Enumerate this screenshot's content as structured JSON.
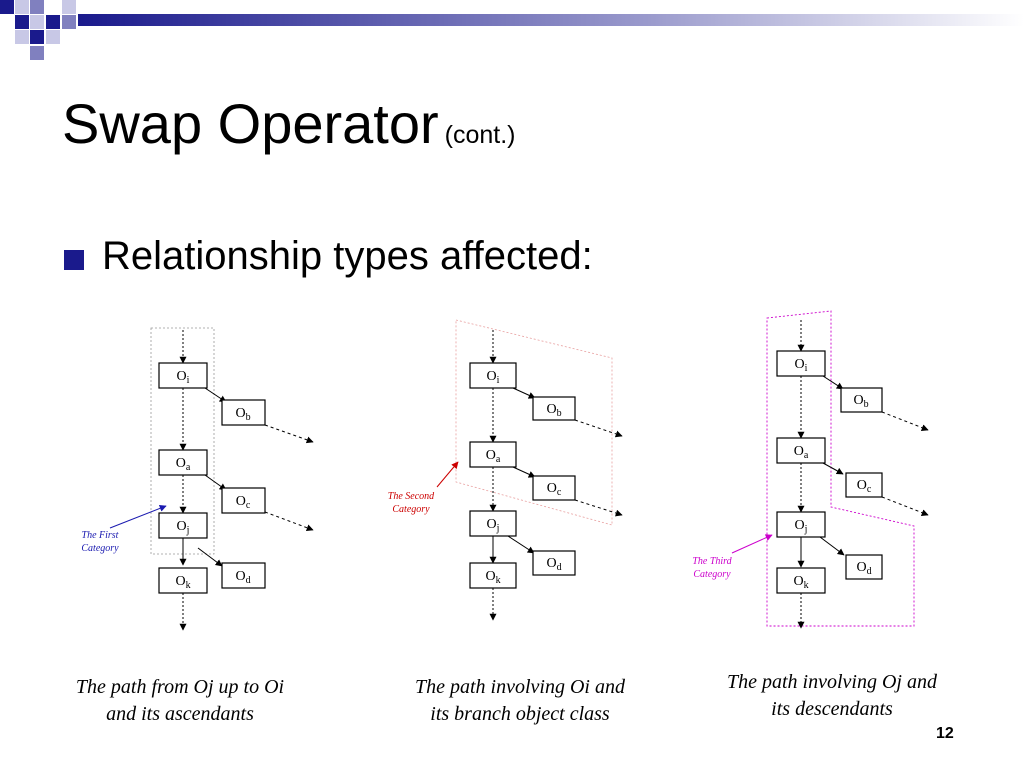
{
  "slide": {
    "title": "Swap Operator",
    "title_suffix": "(cont.)",
    "bullet": "Relationship types affected:",
    "page_number": "12"
  },
  "colors": {
    "bullet": "#1a1a8c",
    "first_category": "#1a1ab0",
    "second_category": "#cc0000",
    "third_category": "#cc00cc"
  },
  "diagrams": [
    {
      "category_label": [
        "The First",
        "Category"
      ],
      "caption": [
        "The path from Oj up to Oi",
        "and its ascendants"
      ]
    },
    {
      "category_label": [
        "The Second",
        "Category"
      ],
      "caption": [
        "The path involving Oi and",
        "its branch object class"
      ]
    },
    {
      "category_label": [
        "The Third",
        "Category"
      ],
      "caption": [
        "The path involving Oj and",
        "its descendants"
      ]
    }
  ],
  "nodes": {
    "oi": "O",
    "oi_sub": "i",
    "ob": "O",
    "ob_sub": "b",
    "oa": "O",
    "oa_sub": "a",
    "oc": "O",
    "oc_sub": "c",
    "oj": "O",
    "oj_sub": "j",
    "od": "O",
    "od_sub": "d",
    "ok": "O",
    "ok_sub": "k"
  }
}
